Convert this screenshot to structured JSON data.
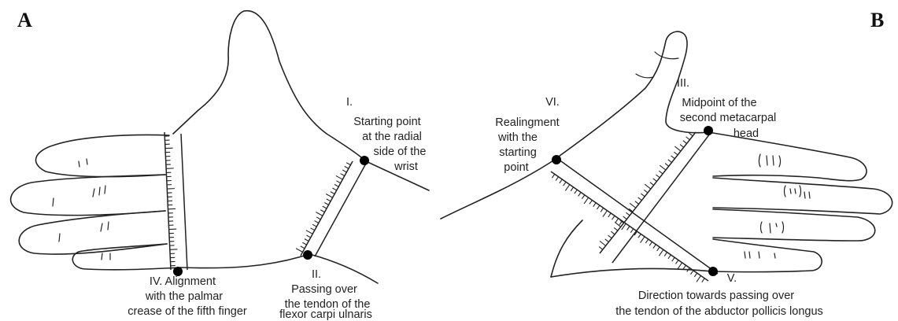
{
  "panels": {
    "a": {
      "letter": "A",
      "points": [
        {
          "id": "I",
          "lines": [
            "I.",
            "Starting point",
            "at the radial",
            "side of the",
            "wrist"
          ]
        },
        {
          "id": "II",
          "lines": [
            "II.",
            "Passing over",
            "the tendon of the",
            "flexor carpi ulnaris"
          ]
        },
        {
          "id": "IV",
          "lines": [
            "IV. Alignment",
            "with the palmar",
            "crease of the fifth finger"
          ]
        }
      ]
    },
    "b": {
      "letter": "B",
      "points": [
        {
          "id": "III",
          "lines": [
            "III.",
            "Midpoint of the",
            "second metacarpal",
            "head"
          ]
        },
        {
          "id": "VI",
          "lines": [
            "VI.",
            "Realingment",
            "with the",
            "starting",
            "point"
          ]
        },
        {
          "id": "V",
          "lines": [
            "V.",
            "Direction towards passing over",
            "the tendon of the abductor pollicis longus"
          ]
        }
      ]
    }
  }
}
